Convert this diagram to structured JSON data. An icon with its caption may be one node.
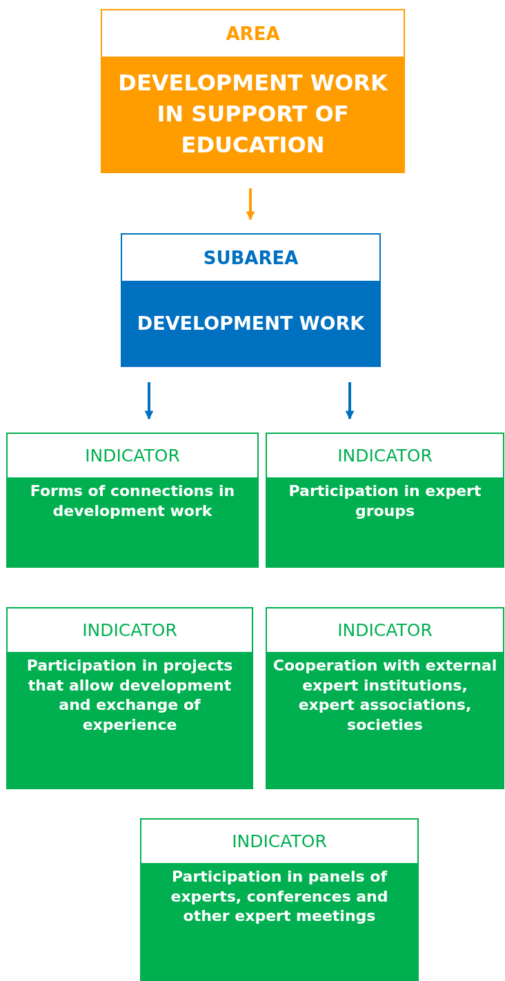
{
  "diagram": {
    "nodes": [
      {
        "text": [
          "AREA",
          "DEVELOPMENT WORK IN SUPPORT OF EDUCATION"
        ]
      },
      {
        "text": [
          "SUBAREA",
          "DEVELOPMENT WORK"
        ]
      },
      {
        "text": [
          "INDICATOR",
          "Forms of connections in development work"
        ]
      },
      {
        "text": [
          "INDICATOR",
          "Participation in expert groups"
        ]
      },
      {
        "text": [
          "INDICATOR",
          "Participation in projects that allow development and exchange of experience"
        ]
      },
      {
        "text": [
          "INDICATOR",
          "Cooperation with external expert institutions, expert associations, societies"
        ]
      },
      {
        "text": [
          "INDICATOR",
          "Participation in panels of experts, conferences and other expert meetings"
        ]
      }
    ],
    "edges": [
      {
        "from": 0,
        "to": 1,
        "arrow": "to",
        "color": "#ff9c00"
      },
      {
        "from": 1,
        "to": 2,
        "arrow": "to"
      },
      {
        "from": 1,
        "to": 3,
        "arrow": "to"
      }
    ]
  }
}
